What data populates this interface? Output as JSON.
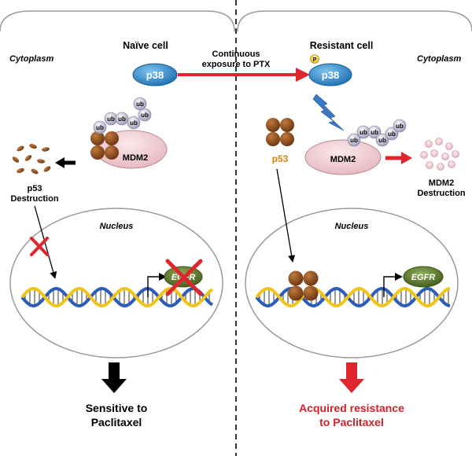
{
  "left": {
    "cytoplasm": "Cytoplasm",
    "cell_title": "Naïve cell",
    "p38": "p38",
    "mdm2": "MDM2",
    "ub": "ub",
    "p53_line1": "p53",
    "p53_line2": "Destruction",
    "nucleus": "Nucleus",
    "egfr": "EGFR",
    "outcome_line1": "Sensitive to",
    "outcome_line2": "Paclitaxel"
  },
  "right": {
    "cytoplasm": "Cytoplasm",
    "cell_title": "Resistant cell",
    "p38": "p38",
    "phospho": "P",
    "p53": "p53",
    "mdm2": "MDM2",
    "ub": "ub",
    "mdm2_destruction_line1": "MDM2",
    "mdm2_destruction_line2": "Destruction",
    "nucleus": "Nucleus",
    "egfr": "EGFR",
    "outcome_line1": "Acquired resistance",
    "outcome_line2": "to Paclitaxel"
  },
  "center": {
    "exposure_line1": "Continuous",
    "exposure_line2": "exposure to PTX"
  },
  "colors": {
    "red_arrow": "#e0262d",
    "outcome_red": "#d4202a",
    "p38_blue": "#2f86c8",
    "mdm2_fill": "#f3d3d8",
    "p53_orange": "#d4820f",
    "egfr_green": "#5e7d2f",
    "protein_brown": "#8a4a1c",
    "lightning_blue": "#3d76c4"
  }
}
